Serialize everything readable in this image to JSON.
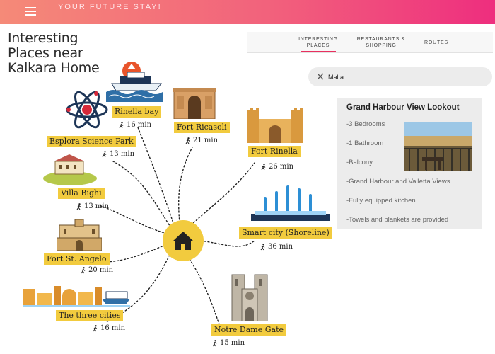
{
  "header": {
    "brand": "YOUR FUTURE STAY!"
  },
  "page": {
    "title": "Interesting Places near Kalkara Home"
  },
  "tabs": [
    {
      "label_line1": "INTERESTING",
      "label_line2": "PLACES"
    },
    {
      "label_line1": "RESTAURANTS &",
      "label_line2": "SHOPPING"
    },
    {
      "label_line1": "ROUTES",
      "label_line2": ""
    }
  ],
  "search": {
    "value": "Malta"
  },
  "listing": {
    "title": "Grand Harbour View Lookout",
    "features": [
      "-3 Bedrooms",
      "-1 Bathroom",
      "-Balcony",
      "-Grand Harbour and Valletta Views",
      "-Fully equipped kitchen",
      "-Towels and blankets are provided"
    ]
  },
  "places": [
    {
      "name": "Rinella bay",
      "walk": "16 min"
    },
    {
      "name": "Fort Ricasoli",
      "walk": "21 min"
    },
    {
      "name": "Esplora Science Park",
      "walk": "13 min"
    },
    {
      "name": "Fort Rinella",
      "walk": "26 min"
    },
    {
      "name": "Villa Bighi",
      "walk": "13 min"
    },
    {
      "name": "Smart city (Shoreline)",
      "walk": "36 min"
    },
    {
      "name": "Fort St. Angelo",
      "walk": "20 min"
    },
    {
      "name": "The three cities",
      "walk": "16 min"
    },
    {
      "name": "Notre Dame Gate",
      "walk": "15 min"
    }
  ],
  "colors": {
    "accent": "#e8305f",
    "label_bg": "#f2cb3e",
    "header_start": "#f58a78",
    "header_end": "#ee2e7e"
  },
  "icons": [
    "menu-icon",
    "close-icon",
    "home-icon",
    "walking-person-icon"
  ]
}
